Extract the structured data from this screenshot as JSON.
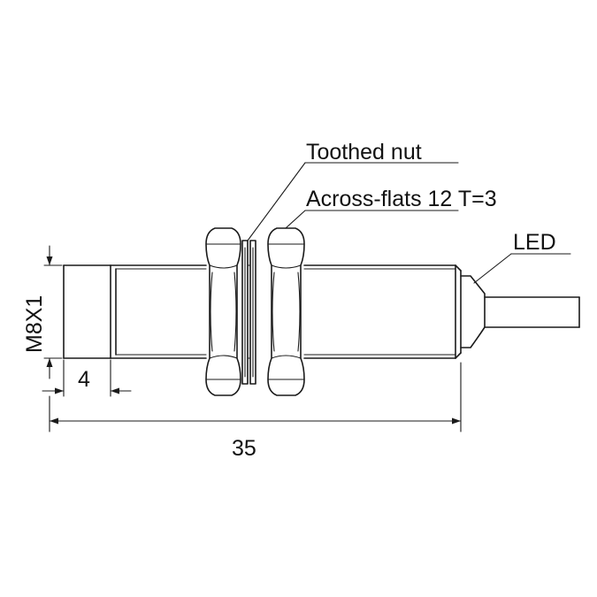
{
  "labels": {
    "toothed_nut": "Toothed nut",
    "across_flats": "Across-flats 12 T=3",
    "led": "LED",
    "thread": "M8X1",
    "dim_small": "4",
    "dim_total": "35"
  },
  "colors": {
    "line": "#1a1a1a",
    "background": "#ffffff"
  }
}
